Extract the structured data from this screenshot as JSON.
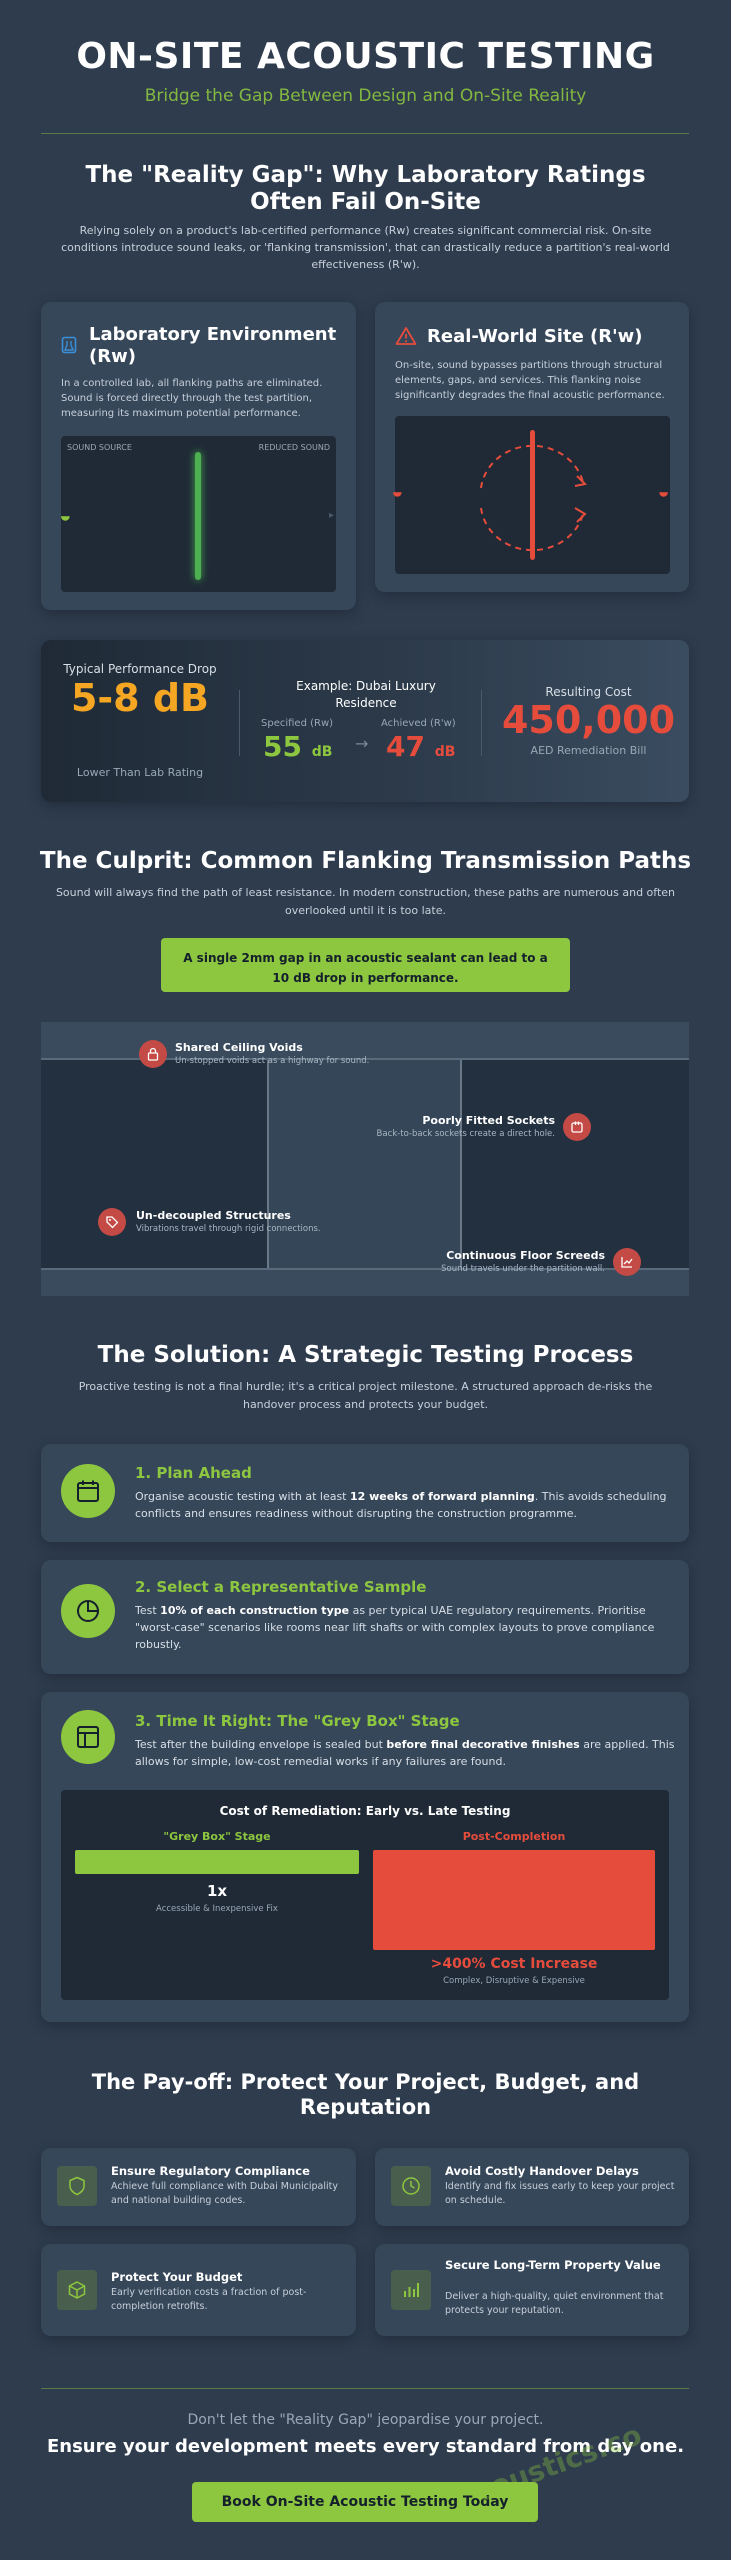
{
  "header": {
    "title": "ON-SITE ACOUSTIC TESTING",
    "subtitle": "Bridge the Gap Between Design and On-Site Reality"
  },
  "reality_gap": {
    "title": "The \"Reality Gap\": Why Laboratory Ratings Often Fail On-Site",
    "intro": "Relying solely on a product's lab-certified performance (Rw) creates significant commercial risk. On-site conditions introduce sound leaks, or 'flanking transmission', that can drastically reduce a partition's real-world effectiveness (R'w).",
    "lab": {
      "title": "Laboratory Environment (Rw)",
      "text": "In a controlled lab, all flanking paths are eliminated. Sound is forced directly through the test partition, measuring its maximum potential performance.",
      "left_label": "SOUND SOURCE",
      "right_label": "REDUCED SOUND"
    },
    "site": {
      "title": "Real-World Site (R'w)",
      "text": "On-site, sound bypasses partitions through structural elements, gaps, and services. This flanking noise significantly degrades the final acoustic performance."
    }
  },
  "stats": {
    "drop_label": "Typical Performance Drop",
    "drop_value": "5-8 dB",
    "drop_caption": "Lower Than Lab Rating",
    "example_title": "Example: Dubai Luxury Residence",
    "specified_label": "Specified (Rw)",
    "specified_value": "55",
    "specified_unit": "dB",
    "arrow": "→",
    "achieved_label": "Achieved (R'w)",
    "achieved_value": "47",
    "achieved_unit": "dB",
    "cost_label": "Resulting Cost",
    "cost_value": "450,000",
    "cost_caption": "AED Remediation Bill"
  },
  "culprit": {
    "title": "The Culprit: Common Flanking Transmission Paths",
    "intro": "Sound will always find the path of least resistance. In modern construction, these paths are numerous and often overlooked until it is too late.",
    "callout": "A single 2mm gap in an acoustic sealant can lead to a 10 dB drop in performance.",
    "paths": [
      {
        "title": "Shared Ceiling Voids",
        "text": "Un-stopped voids act as a highway for sound.",
        "icon": "lock-icon"
      },
      {
        "title": "Poorly Fitted Sockets",
        "text": "Back-to-back sockets create a direct hole.",
        "icon": "socket-icon"
      },
      {
        "title": "Un-decoupled Structures",
        "text": "Vibrations travel through rigid connections.",
        "icon": "tag-icon"
      },
      {
        "title": "Continuous Floor Screeds",
        "text": "Sound travels under the partition wall.",
        "icon": "chart-icon"
      }
    ]
  },
  "solution": {
    "title": "The Solution: A Strategic Testing Process",
    "intro": "Proactive testing is not a final hurdle; it's a critical project milestone. A structured approach de-risks the handover process and protects your budget.",
    "steps": [
      {
        "title": "1. Plan Ahead",
        "text_a": "Organise acoustic testing with at least ",
        "text_b": "12 weeks of forward planning",
        "text_c": ". This avoids scheduling conflicts and ensures readiness without disrupting the construction programme."
      },
      {
        "title": "2. Select a Representative Sample",
        "text_a": "Test ",
        "text_b": "10% of each construction type",
        "text_c": " as per typical UAE regulatory requirements. Prioritise \"worst-case\" scenarios like rooms near lift shafts or with complex layouts to prove compliance robustly."
      },
      {
        "title": "3. Time It Right: The \"Grey Box\" Stage",
        "text_a": "Test after the building envelope is sealed but ",
        "text_b": "before final decorative finishes",
        "text_c": " are applied. This allows for simple, low-cost remedial works if any failures are found."
      }
    ],
    "cost_chart": {
      "title": "Cost of Remediation: Early vs. Late Testing",
      "left_label": "\"Grey Box\" Stage",
      "left_value": "1x",
      "left_caption": "Accessible & Inexpensive Fix",
      "right_label": "Post-Completion",
      "right_value": ">400% Cost Increase",
      "right_caption": "Complex, Disruptive & Expensive"
    }
  },
  "chart_data": {
    "type": "bar",
    "categories": [
      "\"Grey Box\" Stage",
      "Post-Completion"
    ],
    "values": [
      1,
      5
    ],
    "title": "Cost of Remediation: Early vs. Late Testing"
  },
  "payoff": {
    "title": "The Pay-off: Protect Your Project, Budget, and Reputation",
    "items": [
      {
        "title": "Ensure Regulatory Compliance",
        "text": "Achieve full compliance with Dubai Municipality and national building codes.",
        "icon": "shield-icon"
      },
      {
        "title": "Avoid Costly Handover Delays",
        "text": "Identify and fix issues early to keep your project on schedule.",
        "icon": "clock-icon"
      },
      {
        "title": "Protect Your Budget",
        "text": "Early verification costs a fraction of post-completion retrofits.",
        "icon": "box-icon"
      },
      {
        "title": "Secure Long-Term Property Value",
        "text": "Deliver a high-quality, quiet environment that protects your reputation.",
        "icon": "bar-chart-icon"
      }
    ]
  },
  "footer": {
    "lead": "Don't let the \"Reality Gap\" jeopardise your project.",
    "headline": "Ensure your development meets every standard from day one.",
    "cta": "Book On-Site Acoustic Testing Today",
    "watermark": "coustics.co"
  },
  "colors": {
    "background": "#2e3c4e",
    "accent_green": "#8dc63f",
    "accent_red": "#e64c3c",
    "accent_orange": "#f5a623",
    "accent_blue": "#3a8fd9"
  }
}
